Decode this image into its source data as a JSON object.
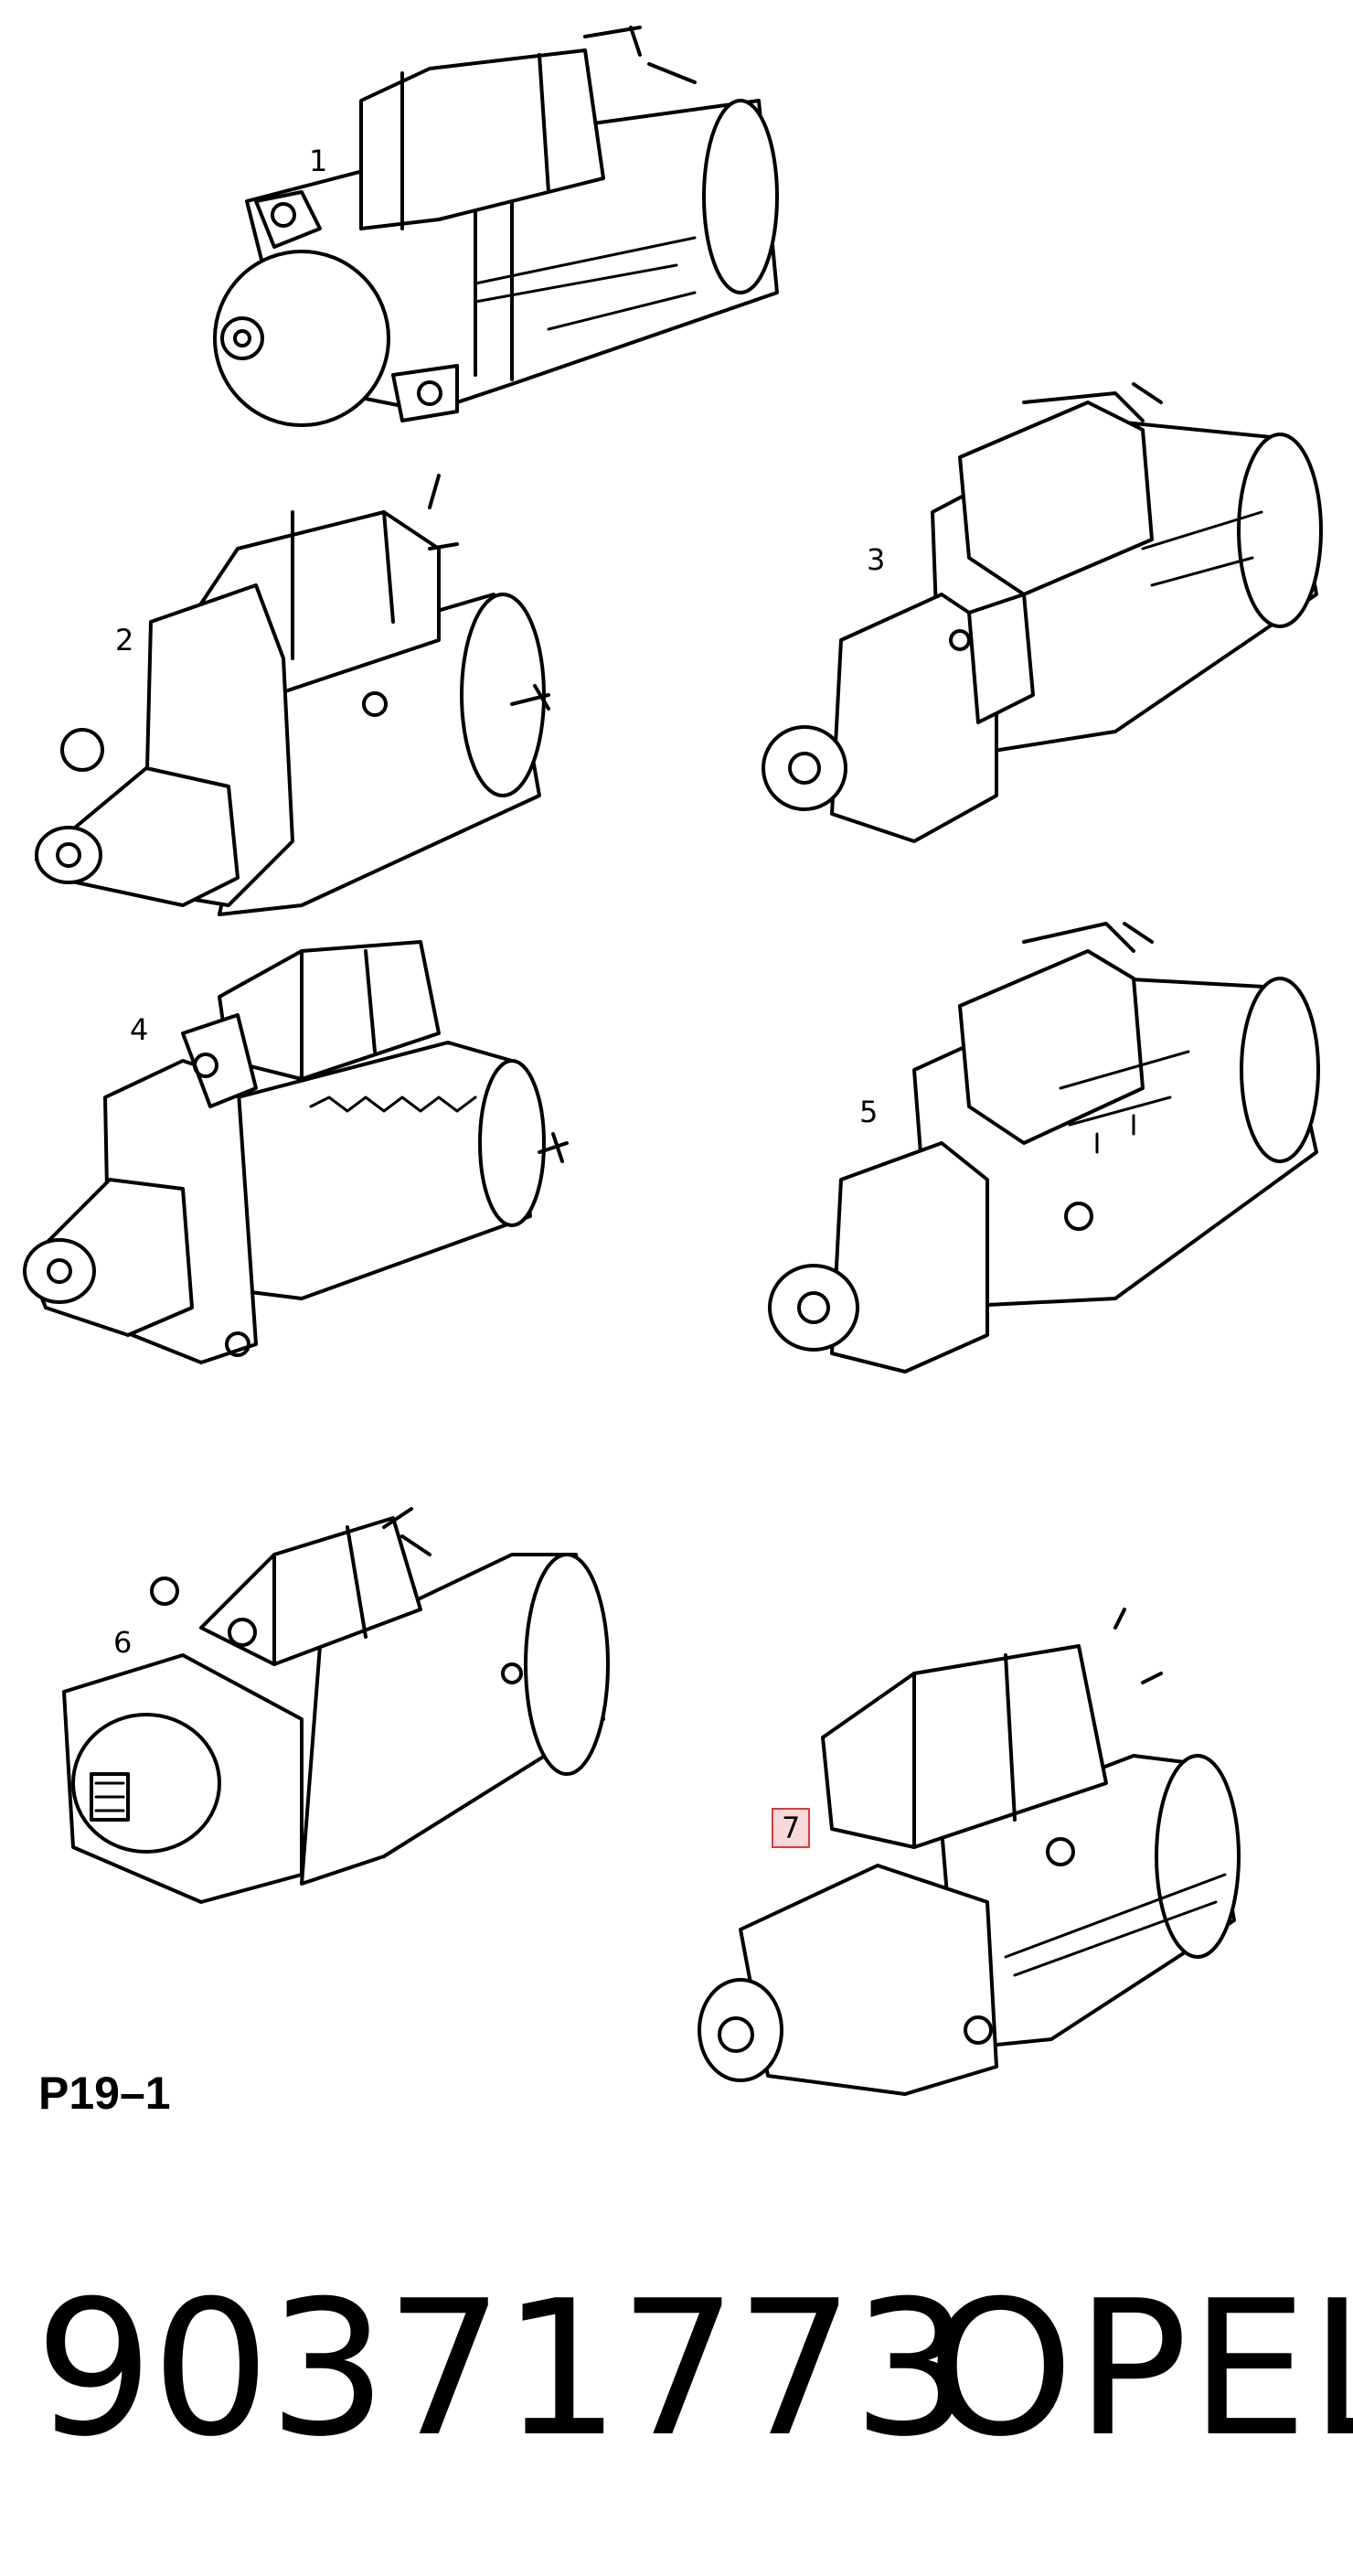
{
  "diagram": {
    "callouts": [
      "1",
      "2",
      "3",
      "4",
      "5",
      "6",
      "7"
    ],
    "highlighted_callout": "7",
    "highlight_color": "#e03a3a",
    "sheet_code": "P19–1"
  },
  "footer": {
    "part_number": "90371773",
    "brand": "OPEL"
  }
}
